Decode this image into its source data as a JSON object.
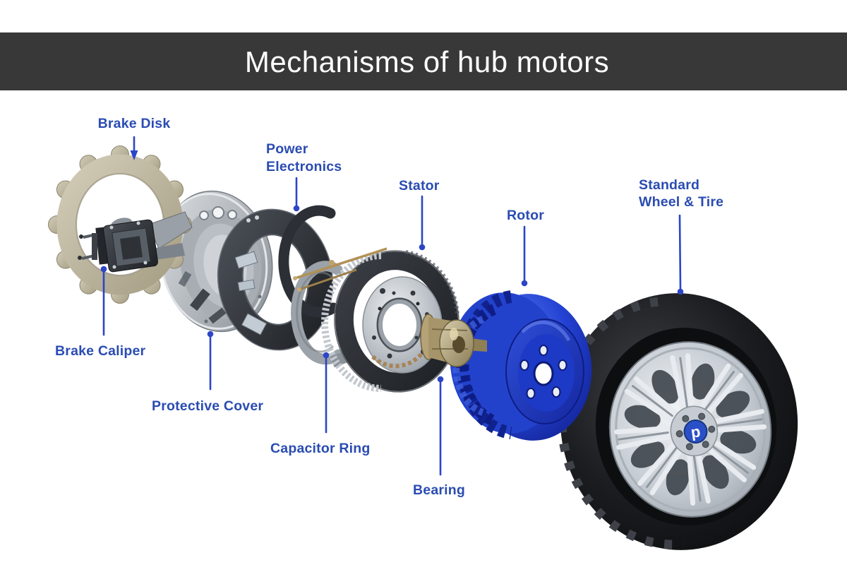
{
  "header": {
    "title": "Mechanisms of hub motors"
  },
  "diagram": {
    "labels": {
      "brake_disk": [
        "Brake Disk"
      ],
      "power_electronics": [
        "Power",
        "Electronics"
      ],
      "stator": [
        "Stator"
      ],
      "rotor": [
        "Rotor"
      ],
      "standard_wheel_tire": [
        "Standard",
        "Wheel & Tire"
      ],
      "brake_caliper": [
        "Brake Caliper"
      ],
      "protective_cover": [
        "Protective Cover"
      ],
      "capacitor_ring": [
        "Capacitor Ring"
      ],
      "bearing": [
        "Bearing"
      ]
    },
    "wheel_center_cap_logo": "p"
  },
  "colors": {
    "background": "#ffffff",
    "title_bar_bg": "#383838",
    "title_text": "#ffffff",
    "label_blue": "#2a4cb2",
    "leader_blue": "#2c45c7",
    "rotor_blue": "#2443d4",
    "hub_cap_blue": "#2a50c8",
    "brake_disk_tan": "#b9b199",
    "tire_black": "#17181b",
    "rim_silver": "#c6ccd2"
  }
}
